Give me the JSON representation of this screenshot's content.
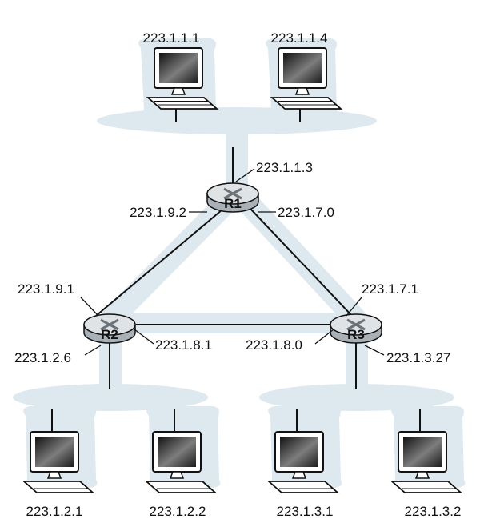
{
  "colors": {
    "subnet_fill": "#dde8ef",
    "router_body": "#a9b0b6",
    "router_top": "#dfe3e6",
    "screen_dark": "#222222",
    "line": "#111111"
  },
  "hosts": {
    "h1": {
      "ip": "223.1.1.1"
    },
    "h2": {
      "ip": "223.1.1.4"
    },
    "h3": {
      "ip": "223.1.2.1"
    },
    "h4": {
      "ip": "223.1.2.2"
    },
    "h5": {
      "ip": "223.1.3.1"
    },
    "h6": {
      "ip": "223.1.3.2"
    }
  },
  "routers": {
    "r1": {
      "name": "R1"
    },
    "r2": {
      "name": "R2"
    },
    "r3": {
      "name": "R3"
    }
  },
  "interfaces": {
    "r1_top": "223.1.1.3",
    "r1_left": "223.1.9.2",
    "r1_right": "223.1.7.0",
    "r2_top": "223.1.9.1",
    "r2_right": "223.1.8.1",
    "r2_bottom": "223.1.2.6",
    "r3_top": "223.1.7.1",
    "r3_left": "223.1.8.0",
    "r3_bottom": "223.1.3.27"
  },
  "icons": {
    "host": "desktop-computer-icon",
    "router": "router-icon"
  }
}
